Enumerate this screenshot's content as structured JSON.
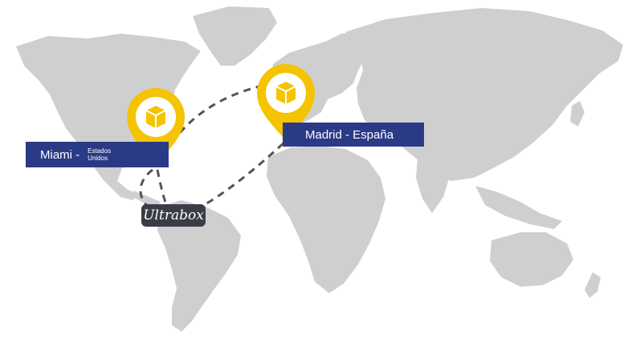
{
  "colors": {
    "land": "#cfcfcf",
    "pin": "#f4c400",
    "pin_inner": "#ffffff",
    "label_bg": "#2b3a86",
    "route": "#555555",
    "brand_bg": "#3a3d47"
  },
  "locations": {
    "miami": {
      "city": "Miami -",
      "country": "Estados Unidos",
      "icon": "package-box-icon"
    },
    "madrid": {
      "city": "Madrid - España",
      "icon": "package-box-icon"
    }
  },
  "brand": {
    "name": "Ultrabox"
  }
}
